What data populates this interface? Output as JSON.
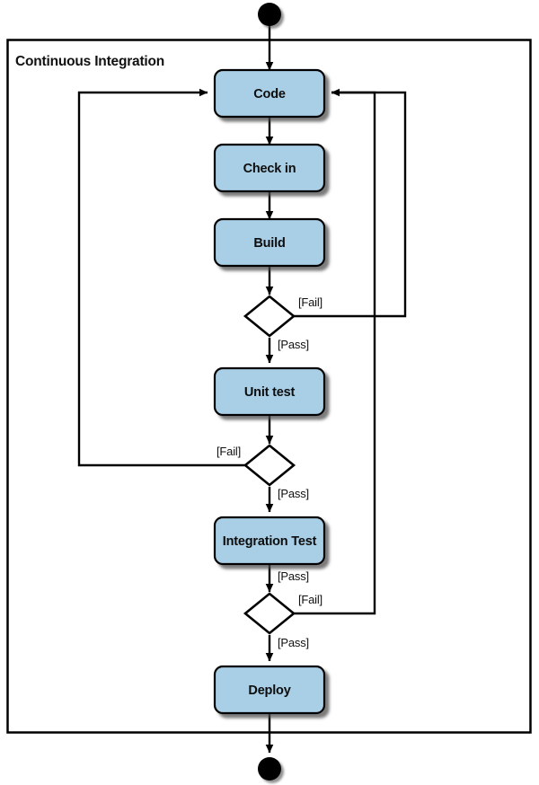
{
  "diagram": {
    "type": "uml-activity-diagram",
    "frame": {
      "title": "Continuous Integration"
    },
    "colors": {
      "action_fill": "#a9cfe6",
      "stroke": "#000000",
      "background": "#ffffff",
      "decision_fill": "#ffffff"
    },
    "nodes": [
      {
        "id": "start",
        "kind": "initial-node",
        "label": ""
      },
      {
        "id": "code",
        "kind": "action",
        "label": "Code"
      },
      {
        "id": "check-in",
        "kind": "action",
        "label": "Check in"
      },
      {
        "id": "build",
        "kind": "action",
        "label": "Build"
      },
      {
        "id": "build-decision",
        "kind": "decision",
        "label": ""
      },
      {
        "id": "unit-test",
        "kind": "action",
        "label": "Unit test"
      },
      {
        "id": "unit-decision",
        "kind": "decision",
        "label": ""
      },
      {
        "id": "integration-test",
        "kind": "action",
        "label": "Integration Test"
      },
      {
        "id": "integration-decision",
        "kind": "decision",
        "label": ""
      },
      {
        "id": "deploy",
        "kind": "action",
        "label": "Deploy"
      },
      {
        "id": "end",
        "kind": "final-node",
        "label": ""
      }
    ],
    "edges": [
      {
        "id": "start-to-code",
        "from": "start",
        "to": "code",
        "label": ""
      },
      {
        "id": "code-to-check-in",
        "from": "code",
        "to": "check-in",
        "label": ""
      },
      {
        "id": "check-in-to-build",
        "from": "check-in",
        "to": "build",
        "label": ""
      },
      {
        "id": "build-to-build-decision",
        "from": "build",
        "to": "build-decision",
        "label": ""
      },
      {
        "id": "build-fail-to-code",
        "from": "build-decision",
        "to": "code",
        "label": "[Fail]"
      },
      {
        "id": "build-pass-to-unit-test",
        "from": "build-decision",
        "to": "unit-test",
        "label": "[Pass]"
      },
      {
        "id": "unit-test-to-unit-decision",
        "from": "unit-test",
        "to": "unit-decision",
        "label": ""
      },
      {
        "id": "unit-fail-to-code",
        "from": "unit-decision",
        "to": "code",
        "label": "[Fail]"
      },
      {
        "id": "unit-pass-to-integration-test",
        "from": "unit-decision",
        "to": "integration-test",
        "label": "[Pass]"
      },
      {
        "id": "integration-test-to-decision",
        "from": "integration-test",
        "to": "integration-decision",
        "label": "[Pass]"
      },
      {
        "id": "integration-fail-to-code",
        "from": "integration-decision",
        "to": "code",
        "label": "[Fail]"
      },
      {
        "id": "integration-pass-to-deploy",
        "from": "integration-decision",
        "to": "deploy",
        "label": "[Pass]"
      },
      {
        "id": "deploy-to-end",
        "from": "deploy",
        "to": "end",
        "label": ""
      }
    ],
    "labels": {
      "build_fail": "[Fail]",
      "build_pass": "[Pass]",
      "unit_fail": "[Fail]",
      "unit_pass": "[Pass]",
      "integration_in_pass": "[Pass]",
      "integration_fail": "[Fail]",
      "integration_pass": "[Pass]"
    }
  }
}
